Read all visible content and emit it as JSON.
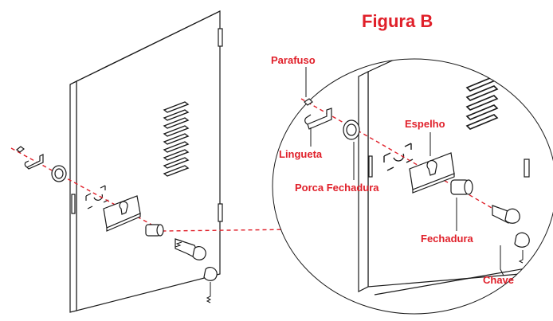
{
  "figure": {
    "title": "Figura B",
    "labels": {
      "parafuso": "Parafuso",
      "lingueta": "Lingueta",
      "porca": "Porca Fechadura",
      "espelho": "Espelho",
      "fechadura": "Fechadura",
      "chave": "Chave"
    }
  },
  "colors": {
    "accent": "#e0202a",
    "line": "#1a1a1a",
    "background": "#ffffff"
  }
}
